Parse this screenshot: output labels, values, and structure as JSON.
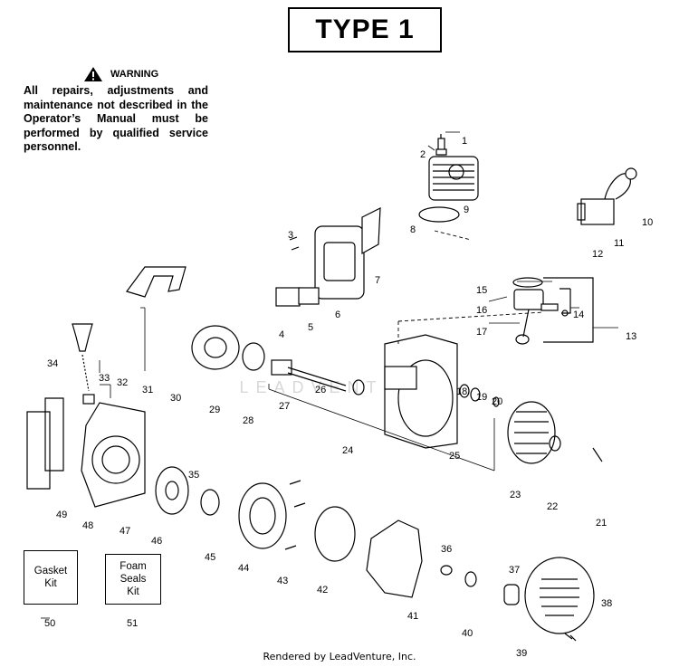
{
  "title": "TYPE 1",
  "warning": {
    "heading": "WARNING",
    "text": "All repairs, adjustments and maintenance not described in the Operator’s Manual must be performed by qualified service personnel."
  },
  "kits": [
    {
      "label": "Gasket\nKit",
      "number": "50"
    },
    {
      "label": "Foam\nSeals\nKit",
      "number": "51"
    }
  ],
  "part_numbers": [
    "1",
    "2",
    "3",
    "4",
    "5",
    "6",
    "7",
    "8",
    "9",
    "10",
    "11",
    "12",
    "13",
    "14",
    "15",
    "16",
    "17",
    "18",
    "19",
    "20",
    "21",
    "22",
    "23",
    "24",
    "25",
    "26",
    "27",
    "28",
    "29",
    "30",
    "31",
    "32",
    "33",
    "34",
    "35",
    "36",
    "37",
    "38",
    "39",
    "40",
    "41",
    "42",
    "43",
    "44",
    "45",
    "46",
    "47",
    "48",
    "49"
  ],
  "watermark": "LEADVENTURE",
  "footer": "Rendered by LeadVenture, Inc."
}
